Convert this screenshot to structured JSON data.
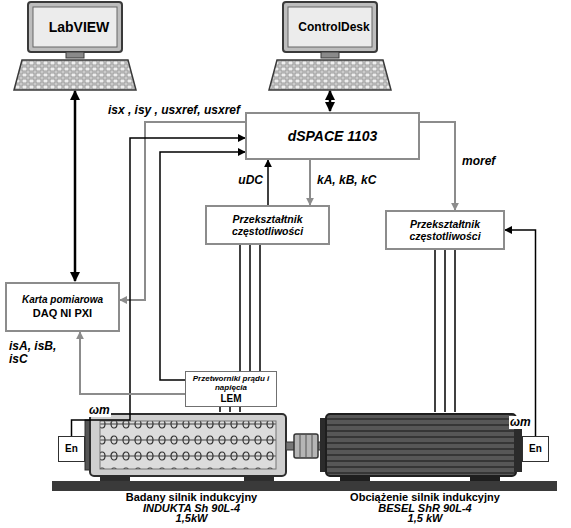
{
  "diagram": {
    "nodes": [
      {
        "text": [
          "LabVIEW"
        ]
      },
      {
        "text": [
          "ControlDesk"
        ]
      },
      {
        "text": [
          "dSPACE 1103"
        ]
      },
      {
        "text": [
          "Karta pomiarowa",
          "DAQ NI PXI"
        ]
      },
      {
        "text": [
          "Przekształtnik częstotliwości"
        ]
      },
      {
        "text": [
          "Przekształtnik częstotliwości"
        ]
      },
      {
        "text": [
          "Przetworniki prądu i napięcia",
          "LEM"
        ]
      },
      {
        "text": [
          "En"
        ]
      },
      {
        "text": [
          "En"
        ]
      },
      {
        "text": [
          "Badany silnik indukcyjny",
          "INDUKTA Sh 90L-4",
          "1,5kW"
        ]
      },
      {
        "text": [
          "Obciążenie silnik indukcyjny",
          "BESEL ShR 90L-4",
          "1,5 kW"
        ]
      }
    ],
    "edges": [
      {
        "from": 0,
        "to": 3,
        "arrow": "both"
      },
      {
        "from": 1,
        "to": 2,
        "arrow": "both"
      },
      {
        "from": 2,
        "to": 3,
        "arrow": "to",
        "label": "isx , isy , usxref, usxref"
      },
      {
        "from": 7,
        "to": 2,
        "arrow": "to",
        "label": "ωm"
      },
      {
        "from": 6,
        "to": 2,
        "arrow": "to"
      },
      {
        "from": 6,
        "to": 3,
        "arrow": "to",
        "label": "isA, isB, isC"
      },
      {
        "from": 2,
        "to": 4,
        "arrow": "to",
        "label": "kA, kB, kC"
      },
      {
        "from": 4,
        "to": 2,
        "arrow": "to",
        "label": "uDC"
      },
      {
        "from": 2,
        "to": 5,
        "arrow": "to",
        "label": "moref"
      },
      {
        "from": 8,
        "to": 5,
        "arrow": "to",
        "label": "ωm"
      },
      {
        "from": 4,
        "to": 6,
        "arrow": "none"
      },
      {
        "from": 6,
        "to": 9,
        "arrow": "none"
      },
      {
        "from": 5,
        "to": 10,
        "arrow": "none"
      }
    ]
  }
}
